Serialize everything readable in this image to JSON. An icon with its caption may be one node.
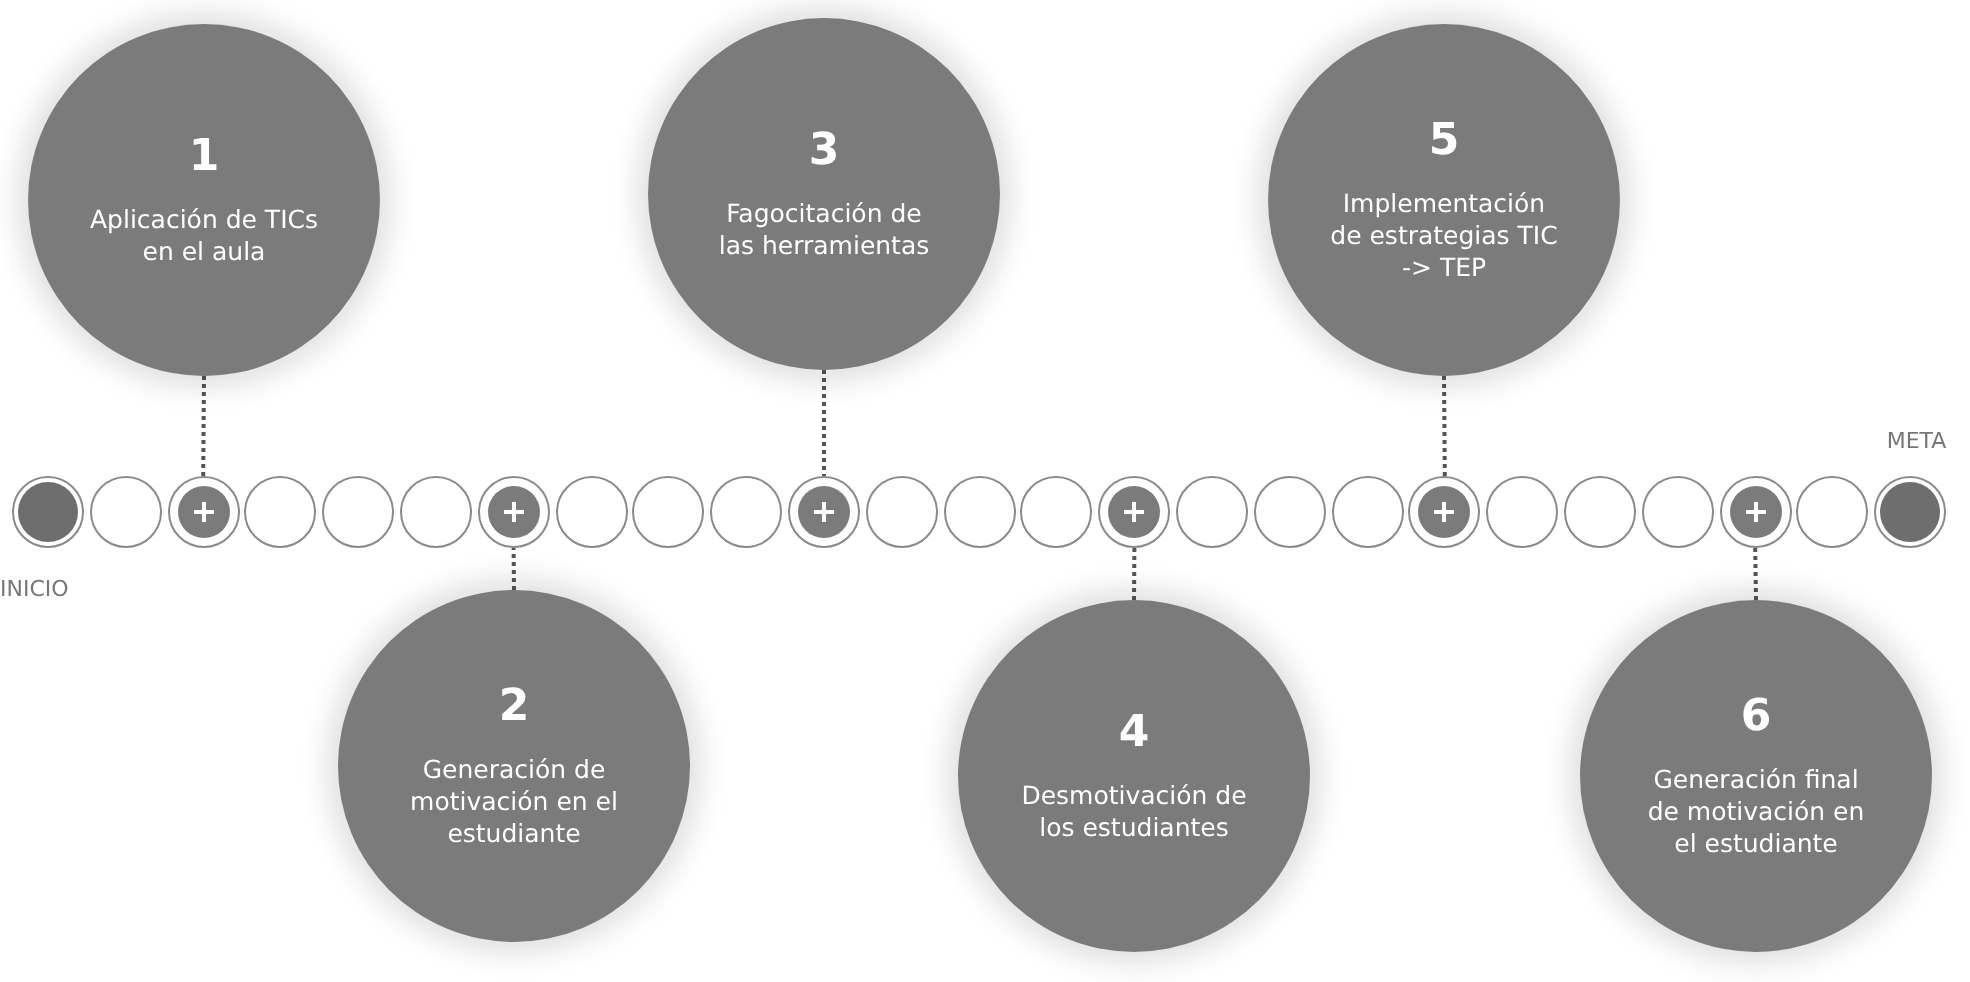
{
  "diagram": {
    "nodes": [
      {
        "text": [
          "1",
          "Aplicación de TICs en el aula"
        ]
      },
      {
        "text": [
          "2",
          "Generación de motivación en el estudiante"
        ]
      },
      {
        "text": [
          "3",
          "Fagocitación de las herramientas"
        ]
      },
      {
        "text": [
          "4",
          "Desmotivación de los estudiantes"
        ]
      },
      {
        "text": [
          "5",
          "Implementación de estrategias TIC -> TEP"
        ]
      },
      {
        "text": [
          "6",
          "Generación final de motivación en el estudiante"
        ]
      },
      {
        "text": [],
        "shape": "circle",
        "beside": [
          "INICIO"
        ]
      },
      {
        "text": [],
        "shape": "circle"
      },
      {
        "text": [],
        "shape": "circle"
      },
      {
        "text": [],
        "shape": "circle"
      },
      {
        "text": [],
        "shape": "circle"
      },
      {
        "text": [],
        "shape": "circle"
      },
      {
        "text": [],
        "shape": "circle"
      },
      {
        "text": [],
        "shape": "circle"
      },
      {
        "text": [],
        "shape": "circle"
      },
      {
        "text": [],
        "shape": "circle"
      },
      {
        "text": [],
        "shape": "circle"
      },
      {
        "text": [],
        "shape": "circle"
      },
      {
        "text": [],
        "shape": "circle"
      },
      {
        "text": [],
        "shape": "circle"
      },
      {
        "text": [],
        "shape": "circle"
      },
      {
        "text": [],
        "shape": "circle"
      },
      {
        "text": [],
        "shape": "circle"
      },
      {
        "text": [],
        "shape": "circle"
      },
      {
        "text": [],
        "shape": "circle"
      },
      {
        "text": [],
        "shape": "circle"
      },
      {
        "text": [],
        "shape": "circle"
      },
      {
        "text": [],
        "shape": "circle"
      },
      {
        "text": [],
        "shape": "circle"
      },
      {
        "text": [],
        "shape": "circle"
      },
      {
        "text": [],
        "shape": "circle",
        "beside": [
          "META"
        ]
      }
    ],
    "edges": [
      {
        "from": 0,
        "to": 8,
        "arrow": "none",
        "style": "dashed"
      },
      {
        "from": 1,
        "to": 12,
        "arrow": "none",
        "style": "dashed"
      },
      {
        "from": 2,
        "to": 16,
        "arrow": "none",
        "style": "dashed"
      },
      {
        "from": 3,
        "to": 20,
        "arrow": "none",
        "style": "dashed"
      },
      {
        "from": 4,
        "to": 24,
        "arrow": "none",
        "style": "dashed"
      },
      {
        "from": 5,
        "to": 28,
        "arrow": "none",
        "style": "dashed"
      }
    ]
  }
}
